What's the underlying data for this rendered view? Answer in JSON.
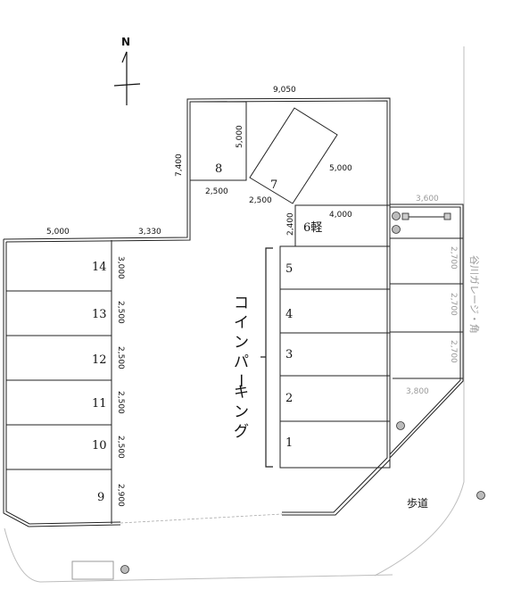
{
  "north_label": "N",
  "dimensions": {
    "top_width": "9,050",
    "left_top_width": "5,000",
    "mid_top_width": "3,330",
    "vertical_7400": "7,400",
    "slot8_height": "5,000",
    "slot8_width": "2,500",
    "slot7_width": "2,500",
    "slot7_length": "5,000",
    "slot6_height": "2,400",
    "slot6_width": "4,000",
    "right_top": "3,600",
    "right_r1": "2,700",
    "right_r2": "2,700",
    "right_r3": "2,700",
    "right_bottom": "3,800",
    "left_14": "3,000",
    "left_13": "2,500",
    "left_12": "2,500",
    "left_11": "2,500",
    "left_10": "2,500",
    "left_9": "2,900"
  },
  "slots": {
    "s1": "1",
    "s2": "2",
    "s3": "3",
    "s4": "4",
    "s5": "5",
    "s6": "6軽",
    "s7": "7",
    "s8": "8",
    "s9": "9",
    "s10": "10",
    "s11": "11",
    "s12": "12",
    "s13": "13",
    "s14": "14"
  },
  "coin_parking": [
    "コ",
    "イ",
    "ン",
    "パ",
    "ー",
    "キ",
    "ン",
    "グ"
  ],
  "neighbor_label": "谷川ガレージ・角",
  "sidewalk_label": "歩道"
}
